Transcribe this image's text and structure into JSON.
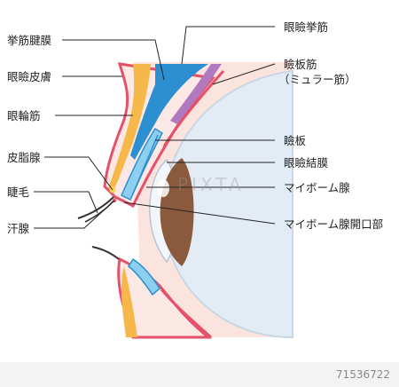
{
  "labels": {
    "levator_aponeurosis": "挙筋腱膜",
    "eyelid_skin": "眼瞼皮膚",
    "orbicularis": "眼輪筋",
    "sebaceous_gland": "皮脂腺",
    "eyelash": "睫毛",
    "sweat_gland": "汗腺",
    "levator_muscle": "眼瞼挙筋",
    "tarsal_muscle": "瞼板筋",
    "tarsal_muscle_sub": "（ミュラー筋）",
    "tarsus": "瞼板",
    "conjunctiva": "眼瞼結膜",
    "meibomian_gland": "マイボーム腺",
    "meibomian_orifice": "マイボーム腺開口部"
  },
  "watermark": "PIXTA",
  "image_id": "71536722",
  "colors": {
    "skin_outline": "#e5506a",
    "skin_fill": "#fbe6e2",
    "orbicularis": "#f7b84b",
    "levator": "#2b8fd0",
    "muller": "#b07ac0",
    "tarsus": "#8ccfee",
    "iris": "#8b5a3c",
    "sclera": "#e6eef5"
  }
}
